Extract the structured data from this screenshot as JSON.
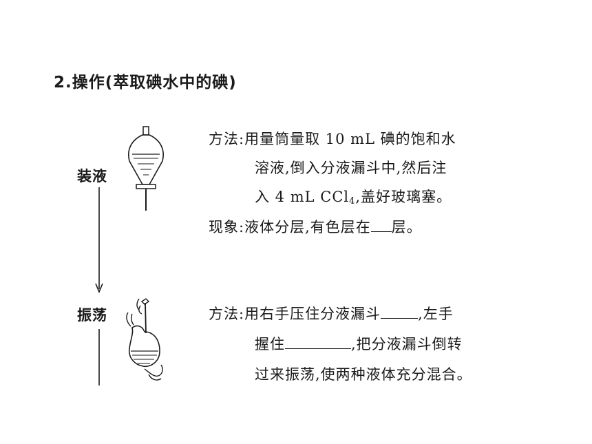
{
  "heading": "2.操作(萃取碘水中的碘)",
  "steps": {
    "load": {
      "label": "装液",
      "method_label": "方法:",
      "method_line1": "用量筒量取 10 mL 碘的饱和水",
      "method_line2": "溶液,倒入分液漏斗中,然后注",
      "method_line3_a": "入 4 mL CCl",
      "method_line3_sub": "4",
      "method_line3_b": ",盖好玻璃塞。",
      "phenomenon_label": "现象:",
      "phenomenon_a": "液体分层,有色层在",
      "phenomenon_b": "层。"
    },
    "shake": {
      "label": "振荡",
      "method_label": "方法:",
      "line1_a": "用右手压住分液漏斗",
      "line1_b": ",左手",
      "line2_a": "握住",
      "line2_b": ",把分液漏斗倒转",
      "line3": "过来振荡,使两种液体充分混合。"
    }
  },
  "icons": {
    "funnel": "separatory-funnel-icon",
    "shaking": "hand-shaking-funnel-icon",
    "arrow": "down-arrow-icon"
  }
}
